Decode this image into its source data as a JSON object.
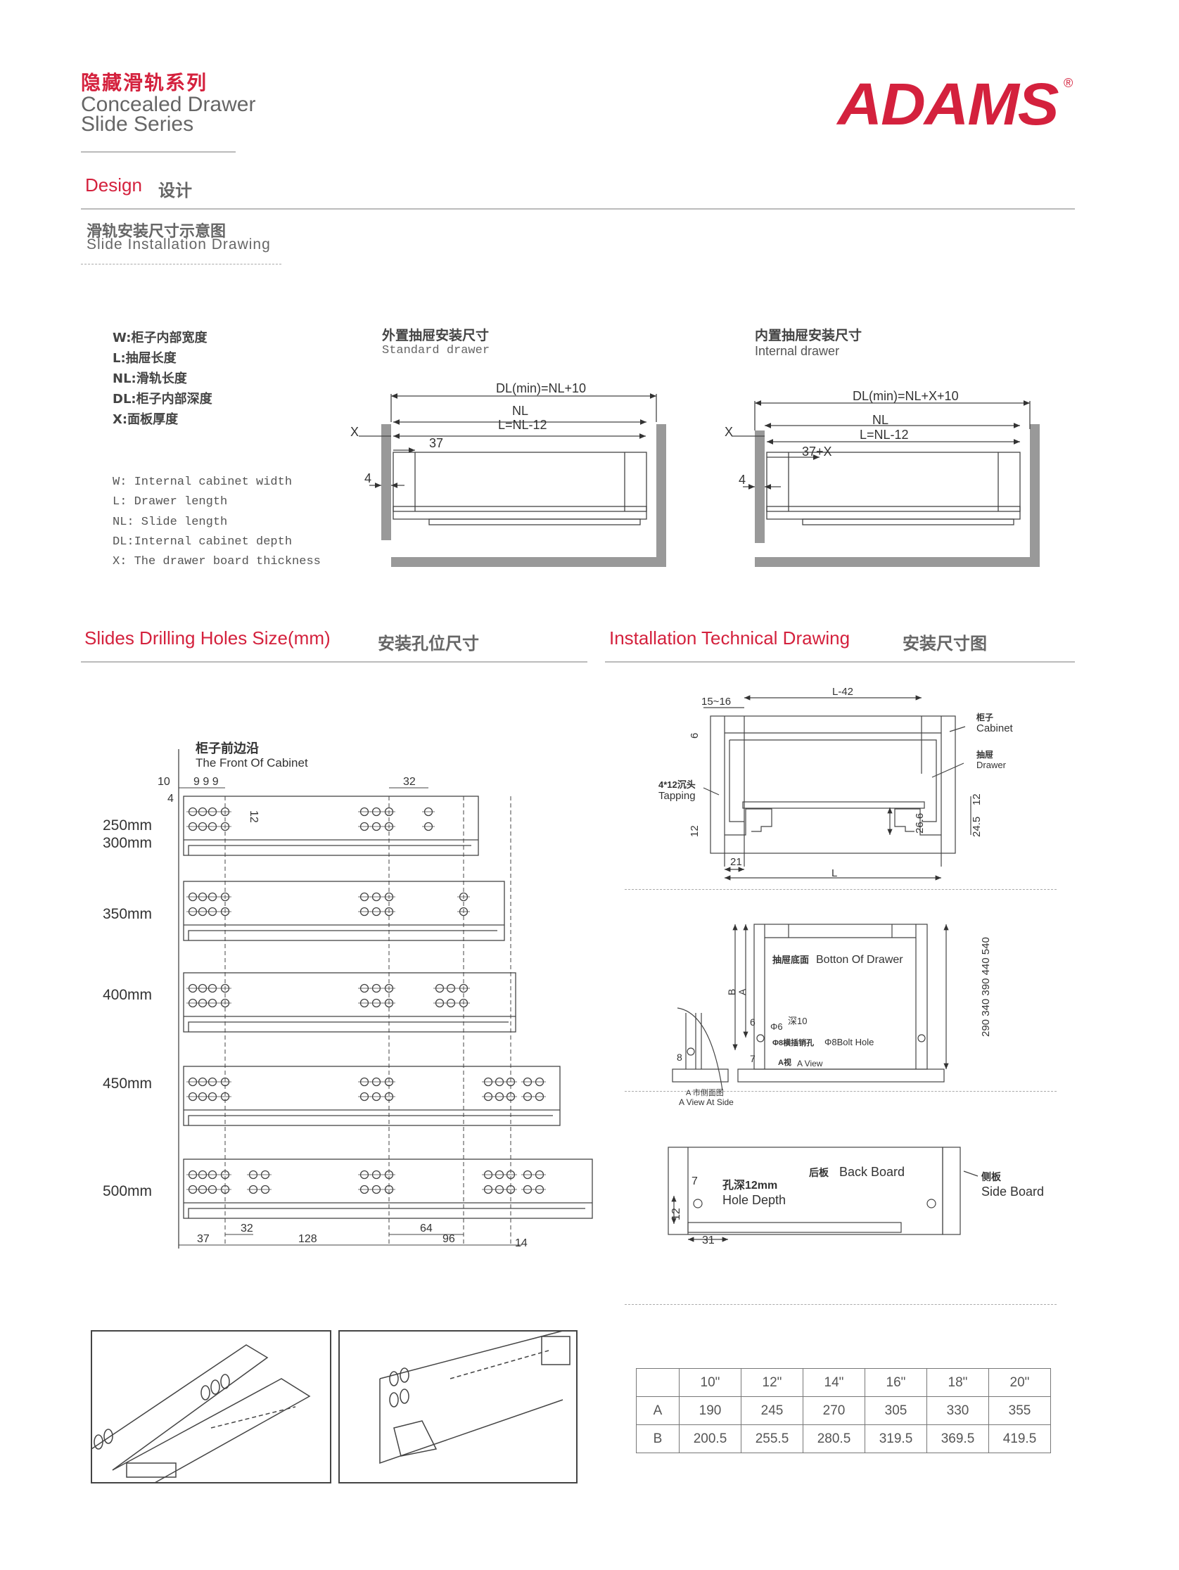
{
  "header": {
    "title_cn": "隐藏滑轨系列",
    "title_en_line1": "Concealed Drawer",
    "title_en_line2": "Slide Series",
    "brand": "ADAMS",
    "brand_mark": "®",
    "brand_color": "#d4213d"
  },
  "design": {
    "label_en": "Design",
    "label_cn": "设计"
  },
  "install_drawing": {
    "title_cn": "滑轨安装尺寸示意图",
    "title_en": "Slide Installation Drawing",
    "legend_cn": [
      "W:柜子内部宽度",
      "L:抽屉长度",
      "NL:滑轨长度",
      "DL:柜子内部深度",
      "X:面板厚度"
    ],
    "legend_en": [
      "W: Internal cabinet width",
      "L: Drawer length",
      "NL: Slide length",
      "DL:Internal cabinet depth",
      "X: The drawer board thickness"
    ],
    "standard": {
      "title_cn": "外置抽屉安装尺寸",
      "title_en": "Standard drawer",
      "dl": "DL(min)=NL+10",
      "nl": "NL",
      "l": "L=NL-12",
      "d37": "37",
      "x": "X",
      "d4": "4"
    },
    "internal": {
      "title_cn": "内置抽屉安装尺寸",
      "title_en": "Internal drawer",
      "dl": "DL(min)=NL+X+10",
      "nl": "NL",
      "l": "L=NL-12",
      "d37": "37+X",
      "x": "X",
      "d4": "4"
    }
  },
  "drilling": {
    "title_en": "Slides Drilling Holes Size(mm)",
    "title_cn": "安装孔位尺寸",
    "front_cn": "柜子前边沿",
    "front_en": "The Front Of Cabinet",
    "sizes": [
      "250mm",
      "300mm",
      "350mm",
      "400mm",
      "450mm",
      "500mm"
    ],
    "top_dims": {
      "d10": "10",
      "d999": "9 9 9",
      "d4": "4",
      "d32": "32",
      "d12": "12"
    },
    "bottom_dims": {
      "d37": "37",
      "d32": "32",
      "d128": "128",
      "d64": "64",
      "d96": "96",
      "d14": "14"
    }
  },
  "technical": {
    "title_en": "Installation Technical Drawing",
    "title_cn": "安装尺寸图",
    "top": {
      "l42": "L-42",
      "d1516": "15~16",
      "cabinet_cn": "柜子",
      "cabinet_en": "Cabinet",
      "drawer_cn": "抽屉",
      "drawer_en": "Drawer",
      "tapping_cn": "4*12沉头",
      "tapping_en": "Tapping",
      "d6": "6",
      "d12a": "12",
      "d266": "26.6",
      "d12b": "12",
      "d245": "24.5",
      "d21": "21",
      "l": "L"
    },
    "middle": {
      "bottom_cn": "抽屉底面",
      "bottom_en": "Botton Of Drawer",
      "lengths": "290 340 390 440 540",
      "b": "B",
      "a": "A",
      "d6": "6",
      "phi6": "Φ6",
      "depth10": "深10",
      "bolt_cn": "Φ8横插销孔",
      "bolt_en": "Φ8Bolt Hole",
      "d7": "7",
      "aview_cn": "A视",
      "aview_en": "A View",
      "d8": "8",
      "side_cn": "A 市侧面图",
      "side_en": "A View At Side"
    },
    "bottom": {
      "back_cn": "后板",
      "back_en": "Back Board",
      "side_cn": "侧板",
      "side_en": "Side Board",
      "hole_cn": "孔深12mm",
      "hole_en": "Hole Depth",
      "d7": "7",
      "d12": "12",
      "d31": "31"
    }
  },
  "table": {
    "headers": [
      "",
      "10\"",
      "12\"",
      "14\"",
      "16\"",
      "18\"",
      "20\""
    ],
    "rows": [
      [
        "A",
        "190",
        "245",
        "270",
        "305",
        "330",
        "355"
      ],
      [
        "B",
        "200.5",
        "255.5",
        "280.5",
        "319.5",
        "369.5",
        "419.5"
      ]
    ]
  }
}
